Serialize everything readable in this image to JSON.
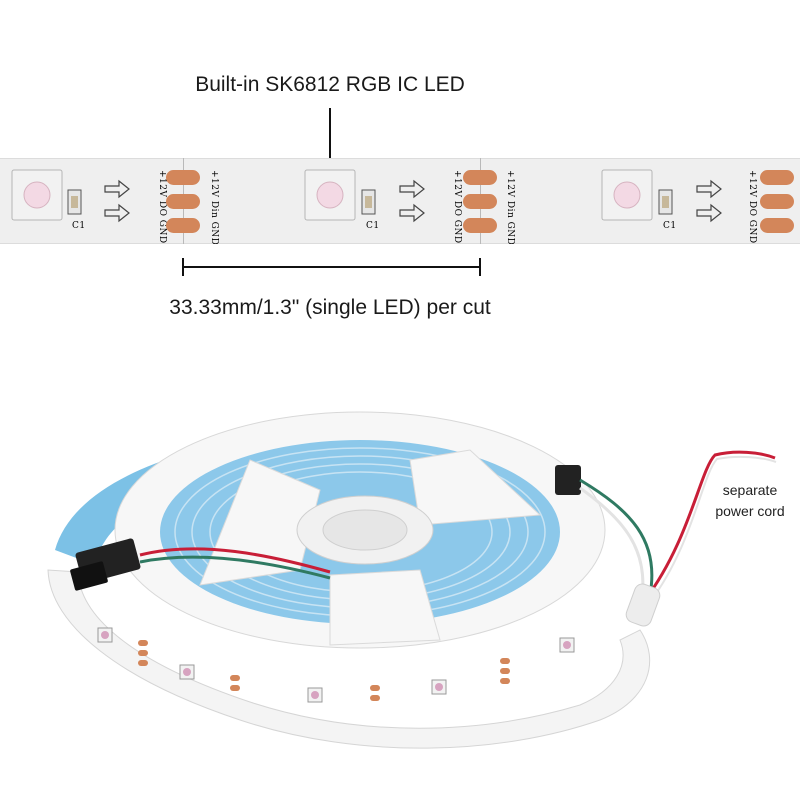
{
  "labels": {
    "title": "Built-in SK6812 RGB IC LED",
    "measure": "33.33mm/1.3\" (single LED) per cut",
    "cord_line1": "separate",
    "cord_line2": "power cord"
  },
  "segments": [
    {
      "capacitor": "C1",
      "out_pads": "+12V DO GND",
      "in_pads": "+12V Din GND"
    },
    {
      "capacitor": "C1",
      "out_pads": "+12V DO GND",
      "in_pads": "+12V Din GND"
    },
    {
      "capacitor": "C1",
      "out_pads": "+12V DO GND"
    }
  ],
  "colors": {
    "pad": "#d3865a",
    "strip": "#efefef",
    "reel_blue": "#7cc1e6",
    "led_body": "#f2f2f2",
    "led_lens": "#f3d9e4",
    "wire_red": "#c81e37",
    "wire_green": "#2f7a62",
    "connector": "#222222"
  }
}
